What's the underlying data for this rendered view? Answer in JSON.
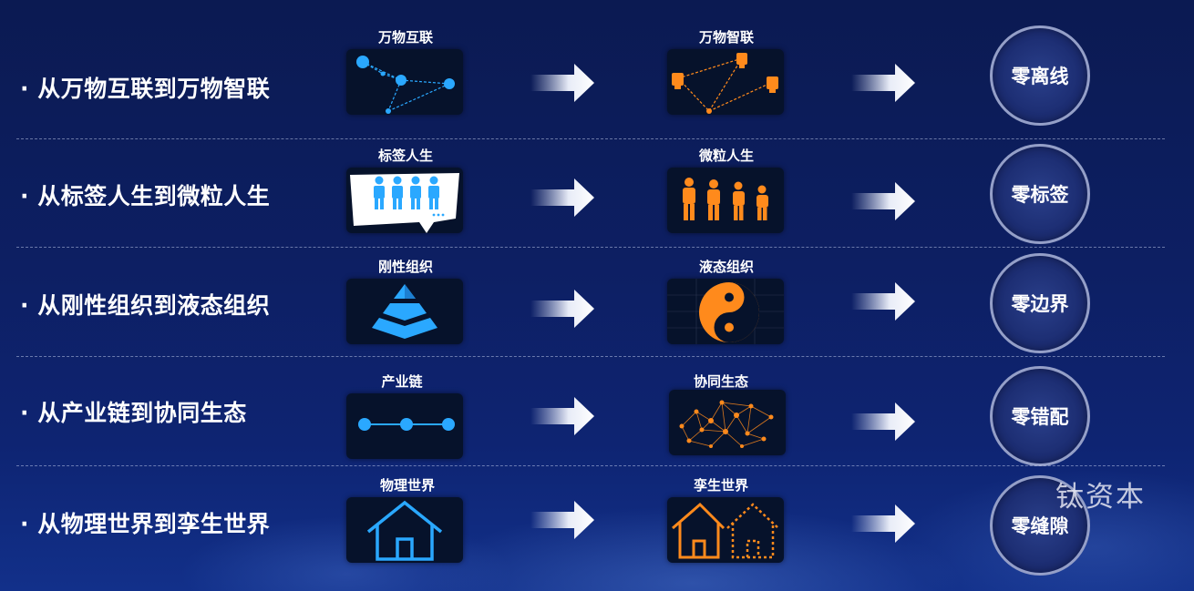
{
  "rows": [
    {
      "statement": "· 从万物互联到万物智联",
      "from_label": "万物互联",
      "to_label": "万物智联",
      "result": "零离线",
      "from_icon": "network-nodes-icon",
      "to_icon": "smart-lantern-network-icon"
    },
    {
      "statement": "· 从标签人生到微粒人生",
      "from_label": "标签人生",
      "to_label": "微粒人生",
      "result": "零标签",
      "from_icon": "labeled-people-icon",
      "to_icon": "individual-people-icon"
    },
    {
      "statement": "· 从刚性组织到液态组织",
      "from_label": "刚性组织",
      "to_label": "液态组织",
      "result": "零边界",
      "from_icon": "pyramid-icon",
      "to_icon": "yin-yang-icon"
    },
    {
      "statement": "· 从产业链到协同生态",
      "from_label": "产业链",
      "to_label": "协同生态",
      "result": "零错配",
      "from_icon": "chain-nodes-icon",
      "to_icon": "mesh-network-icon"
    },
    {
      "statement": "· 从物理世界到孪生世界",
      "from_label": "物理世界",
      "to_label": "孪生世界",
      "result": "零缝隙",
      "from_icon": "house-icon",
      "to_icon": "twin-house-icon"
    }
  ],
  "watermark": "钛资本",
  "colors": {
    "blue_icon": "#2aa8ff",
    "orange_icon": "#ff8a1c",
    "background": "#0d1f63"
  }
}
